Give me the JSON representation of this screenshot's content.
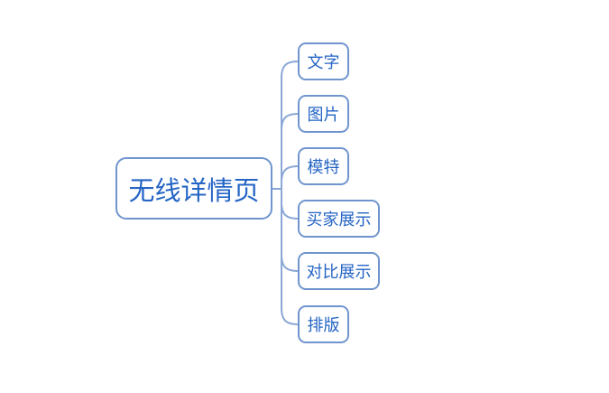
{
  "diagram": {
    "type": "mindmap",
    "root": {
      "label": "无线详情页"
    },
    "children": [
      {
        "label": "文字"
      },
      {
        "label": "图片"
      },
      {
        "label": "模特"
      },
      {
        "label": "买家展示"
      },
      {
        "label": "对比展示"
      },
      {
        "label": "排版"
      }
    ],
    "colors": {
      "border": "#7095ce",
      "text": "#2465c5",
      "line": "#8aa7d6",
      "background": "#ffffff"
    }
  }
}
